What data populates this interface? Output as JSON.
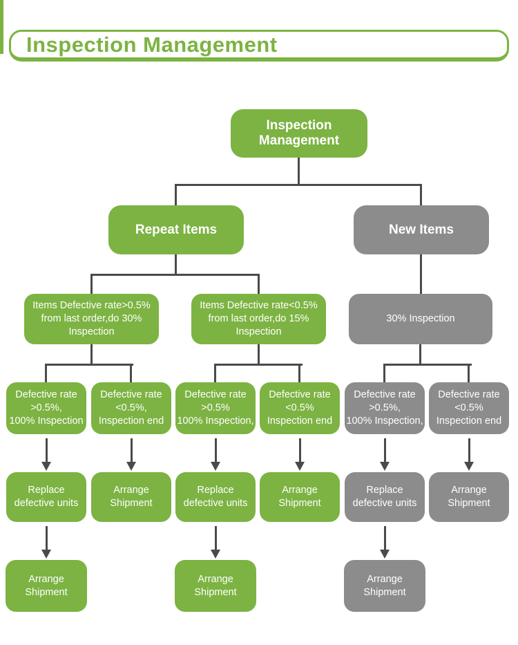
{
  "header": {
    "title": "Inspection Management"
  },
  "colors": {
    "green": "#7CB342",
    "gray": "#8C8C8C",
    "connector": "#4A4A4A",
    "node_text": "#FFFFFF"
  },
  "flowchart": {
    "root": {
      "label": "Inspection\nManagement"
    },
    "level2": [
      {
        "label": "Repeat Items"
      },
      {
        "label": "New Items"
      }
    ],
    "level3": [
      {
        "label": "Items Defective rate>0.5%\nfrom last order,do 30%\nInspection"
      },
      {
        "label": "Items Defective rate<0.5%\nfrom last order,do 15%\nInspection"
      },
      {
        "label": "30% Inspection"
      }
    ],
    "level4": [
      {
        "label": "Defective rate\n>0.5%,\n100% Inspection"
      },
      {
        "label": "Defective rate\n<0.5%,\nInspection end"
      },
      {
        "label": "Defective rate\n>0.5%\n100% Inspection,"
      },
      {
        "label": "Defective rate\n<0.5%\nInspection end"
      },
      {
        "label": "Defective rate\n>0.5%,\n100% Inspection,"
      },
      {
        "label": "Defective rate\n<0.5%\nInspection end"
      }
    ],
    "level5": [
      {
        "label": "Replace\ndefective units"
      },
      {
        "label": "Arrange\nShipment"
      },
      {
        "label": "Replace\ndefective units"
      },
      {
        "label": "Arrange\nShipment"
      },
      {
        "label": "Replace\ndefective units"
      },
      {
        "label": "Arrange\nShipment"
      }
    ],
    "level6": [
      {
        "label": "Arrange\nShipment"
      },
      {
        "label": "Arrange\nShipment"
      },
      {
        "label": "Arrange\nShipment"
      }
    ]
  }
}
